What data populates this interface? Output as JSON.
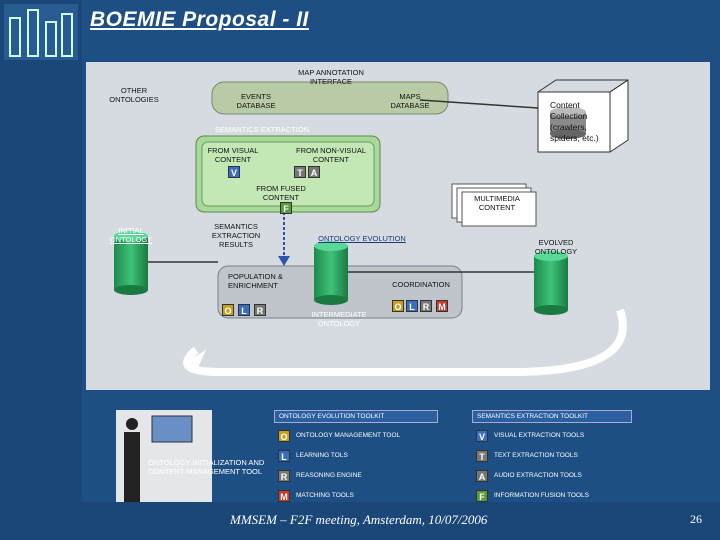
{
  "title": "BOEMIE Proposal - II",
  "labels": {
    "map_annotation": "MAP ANNOTATION INTERFACE",
    "other_ontologies": "OTHER ONTOLOGIES",
    "events_db": "EVENTS DATABASE",
    "maps_db": "MAPS DATABASE",
    "content_collection": "Content Collection (crawlers, spiders, etc.)",
    "semantics_extraction": "SEMANTICS EXTRACTION",
    "from_visual": "FROM VISUAL CONTENT",
    "from_nonvisual": "FROM NON-VISUAL CONTENT",
    "from_fused": "FROM FUSED CONTENT",
    "multimedia_content": "MULTIMEDIA CONTENT",
    "initial_ontology": "INITIAL ONTOLOGY",
    "semantics_results": "SEMANTICS EXTRACTION RESULTS",
    "ontology_evolution": "ONTOLOGY EVOLUTION",
    "evolved_ontology": "EVOLVED ONTOLOGY",
    "population": "POPULATION & ENRICHMENT",
    "coordination": "COORDINATION",
    "intermediate": "INTERMEDIATE ONTOLOGY",
    "init_tool": "ONTOLOGY INITIALIZATION AND CONTENT MANAGEMENT TOOL"
  },
  "tags": {
    "V": "V",
    "T": "T",
    "A": "A",
    "F": "F",
    "O": "O",
    "L": "L",
    "R": "R",
    "M": "M"
  },
  "toolkits": {
    "evolution_title": "ONTOLOGY EVOLUTION TOOLKIT",
    "extraction_title": "SEMANTICS EXTRACTION TOOLKIT",
    "evolution_rows": [
      {
        "tag": "O",
        "label": "ONTOLOGY MANAGEMENT TOOL"
      },
      {
        "tag": "L",
        "label": "LEARNING TOLS"
      },
      {
        "tag": "R",
        "label": "REASONING ENGINE"
      },
      {
        "tag": "M",
        "label": "MATCHING TOOLS"
      }
    ],
    "extraction_rows": [
      {
        "tag": "V",
        "label": "VISUAL EXTRACTION TOOLS"
      },
      {
        "tag": "T",
        "label": "TEXT EXTRACTION TOOLS"
      },
      {
        "tag": "A",
        "label": "AUDIO EXTRACTION TOOLS"
      },
      {
        "tag": "F",
        "label": "INFORMATION FUSION TOOLS"
      }
    ]
  },
  "footer": "MMSEM – F2F meeting, Amsterdam, 10/07/2006",
  "page_number": "26"
}
